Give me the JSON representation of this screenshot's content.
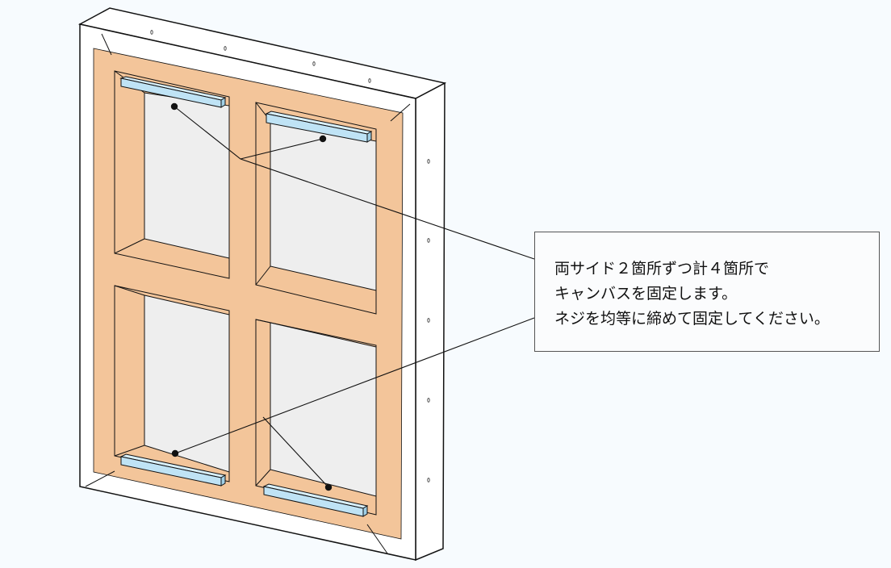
{
  "callout": {
    "lines": [
      "両サイド２箇所ずつ計４箇所で",
      "キャンバスを固定します。",
      "ネジを均等に締めて固定してください。"
    ]
  },
  "colors": {
    "background": "#f7fbfe",
    "frame_face": "#ffffff",
    "stretcher_wood": "#f3c59a",
    "canvas_panel": "#efefef",
    "brackets": "#bfe3f5",
    "outline": "#111111"
  }
}
